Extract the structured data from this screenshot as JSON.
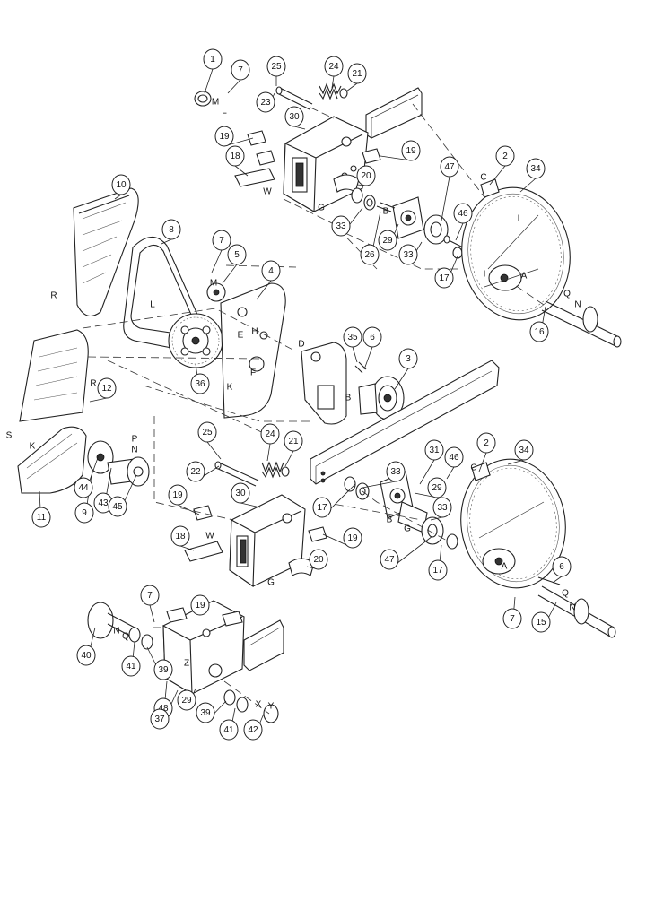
{
  "diagram": {
    "callouts": [
      {
        "label": "1"
      },
      {
        "label": "7"
      },
      {
        "label": "25"
      },
      {
        "label": "24"
      },
      {
        "label": "21"
      },
      {
        "label": "23"
      },
      {
        "label": "30"
      },
      {
        "label": "19"
      },
      {
        "label": "19"
      },
      {
        "label": "18"
      },
      {
        "label": "20"
      },
      {
        "label": "47"
      },
      {
        "label": "2"
      },
      {
        "label": "34"
      },
      {
        "label": "10"
      },
      {
        "label": "33"
      },
      {
        "label": "29"
      },
      {
        "label": "26"
      },
      {
        "label": "33"
      },
      {
        "label": "46"
      },
      {
        "label": "17"
      },
      {
        "label": "8"
      },
      {
        "label": "7"
      },
      {
        "label": "5"
      },
      {
        "label": "4"
      },
      {
        "label": "16"
      },
      {
        "label": "35"
      },
      {
        "label": "6"
      },
      {
        "label": "3"
      },
      {
        "label": "36"
      },
      {
        "label": "12"
      },
      {
        "label": "25"
      },
      {
        "label": "24"
      },
      {
        "label": "21"
      },
      {
        "label": "22"
      },
      {
        "label": "30"
      },
      {
        "label": "2"
      },
      {
        "label": "34"
      },
      {
        "label": "31"
      },
      {
        "label": "33"
      },
      {
        "label": "29"
      },
      {
        "label": "46"
      },
      {
        "label": "44"
      },
      {
        "label": "43"
      },
      {
        "label": "45"
      },
      {
        "label": "9"
      },
      {
        "label": "11"
      },
      {
        "label": "17"
      },
      {
        "label": "33"
      },
      {
        "label": "19"
      },
      {
        "label": "19"
      },
      {
        "label": "18"
      },
      {
        "label": "20"
      },
      {
        "label": "47"
      },
      {
        "label": "17"
      },
      {
        "label": "6"
      },
      {
        "label": "7"
      },
      {
        "label": "15"
      },
      {
        "label": "7"
      },
      {
        "label": "19"
      },
      {
        "label": "40"
      },
      {
        "label": "41"
      },
      {
        "label": "39"
      },
      {
        "label": "48"
      },
      {
        "label": "37"
      },
      {
        "label": "29"
      },
      {
        "label": "39"
      },
      {
        "label": "41"
      },
      {
        "label": "42"
      }
    ],
    "letters": [
      "M",
      "L",
      "W",
      "G",
      "C",
      "B",
      "R",
      "M",
      "L",
      "E",
      "H",
      "F",
      "K",
      "D",
      "A",
      "Q",
      "N",
      "B",
      "R",
      "S",
      "K",
      "P",
      "N",
      "W",
      "G",
      "B",
      "G",
      "C",
      "A",
      "Q",
      "N",
      "N",
      "Q",
      "Z",
      "X",
      "Y",
      "I",
      "I"
    ]
  }
}
